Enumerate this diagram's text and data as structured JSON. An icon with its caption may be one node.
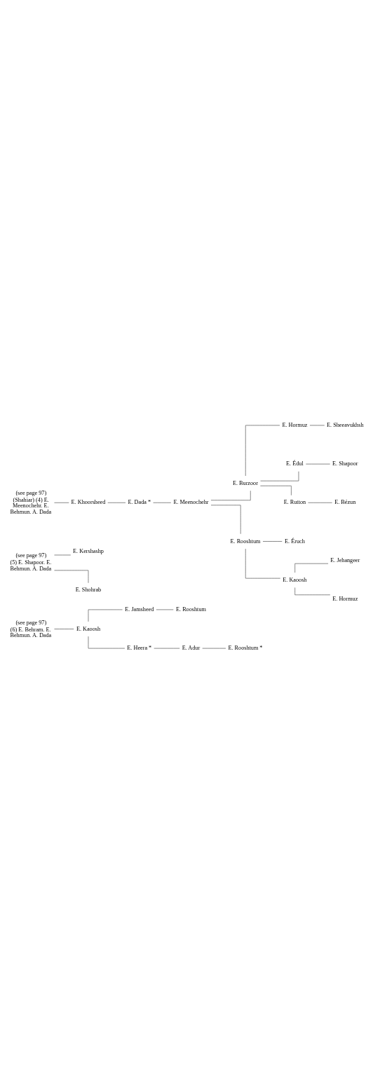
{
  "diagram": {
    "nodes": [
      {
        "text": [
          "(Shahiar) (4) E. Meenochehr. E. Behmun. A. Dada"
        ],
        "beside": [
          "(see page 97)"
        ]
      },
      {
        "text": [
          "E. Khoorsheed"
        ]
      },
      {
        "text": [
          "E. Dada *"
        ]
      },
      {
        "text": [
          "E. Meenochehr"
        ]
      },
      {
        "text": [
          "E. Rooshtum"
        ]
      },
      {
        "text": [
          "E. Burzoor"
        ]
      },
      {
        "text": [
          "E. Kaoosh"
        ]
      },
      {
        "text": [
          "E. Éruch"
        ]
      },
      {
        "text": [
          "E. Hormuz"
        ]
      },
      {
        "text": [
          "E. Jehangeer"
        ]
      },
      {
        "text": [
          "E. Rutton"
        ]
      },
      {
        "text": [
          "E. Édul"
        ]
      },
      {
        "text": [
          "E. Hormuz"
        ]
      },
      {
        "text": [
          "E. Bézun"
        ]
      },
      {
        "text": [
          "E. Shapoor"
        ]
      },
      {
        "text": [
          "E. Sheeavukhsh"
        ]
      },
      {
        "text": [
          "(5) E. Shapoor. E. Behmun. A. Dada"
        ],
        "beside": [
          "(see page 97)"
        ]
      },
      {
        "text": [
          "E. Shohrab"
        ]
      },
      {
        "text": [
          "E. Kershashp"
        ]
      },
      {
        "text": [
          "(6) E. Behram. E. Behmun. A. Dada"
        ],
        "beside": [
          "(see page 97)"
        ]
      },
      {
        "text": [
          "E. Kaoosh"
        ]
      },
      {
        "text": [
          "E. Heera *"
        ]
      },
      {
        "text": [
          "E. Jamsheed"
        ]
      },
      {
        "text": [
          "E. Adur"
        ]
      },
      {
        "text": [
          "E. Rooshtum"
        ]
      },
      {
        "text": [
          "E. Rooshtum *"
        ]
      }
    ],
    "edges": [
      {
        "from": 0,
        "to": 1,
        "arrow": "none"
      },
      {
        "from": 1,
        "to": 2,
        "arrow": "none"
      },
      {
        "from": 2,
        "to": 3,
        "arrow": "none"
      },
      {
        "from": 3,
        "to": 4,
        "arrow": "none"
      },
      {
        "from": 3,
        "to": 5,
        "arrow": "none"
      },
      {
        "from": 4,
        "to": 6,
        "arrow": "none"
      },
      {
        "from": 4,
        "to": 7,
        "arrow": "none"
      },
      {
        "from": 6,
        "to": 8,
        "arrow": "none"
      },
      {
        "from": 6,
        "to": 9,
        "arrow": "none"
      },
      {
        "from": 5,
        "to": 10,
        "arrow": "none"
      },
      {
        "from": 5,
        "to": 11,
        "arrow": "none"
      },
      {
        "from": 5,
        "to": 12,
        "arrow": "none"
      },
      {
        "from": 10,
        "to": 13,
        "arrow": "none"
      },
      {
        "from": 11,
        "to": 14,
        "arrow": "none"
      },
      {
        "from": 12,
        "to": 15,
        "arrow": "none"
      },
      {
        "from": 16,
        "to": 17,
        "arrow": "none"
      },
      {
        "from": 16,
        "to": 18,
        "arrow": "none"
      },
      {
        "from": 19,
        "to": 20,
        "arrow": "none"
      },
      {
        "from": 20,
        "to": 21,
        "arrow": "none"
      },
      {
        "from": 20,
        "to": 22,
        "arrow": "none"
      },
      {
        "from": 21,
        "to": 23,
        "arrow": "none"
      },
      {
        "from": 22,
        "to": 24,
        "arrow": "none"
      },
      {
        "from": 23,
        "to": 25,
        "arrow": "none"
      }
    ]
  }
}
